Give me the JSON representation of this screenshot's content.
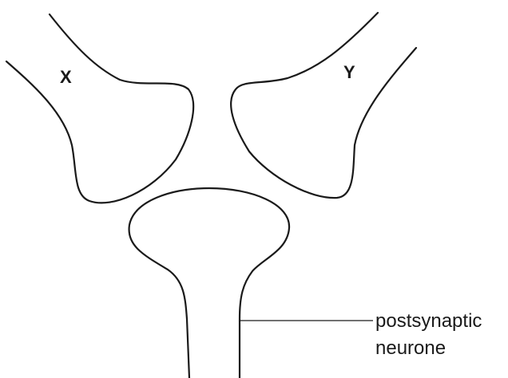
{
  "labels": {
    "neurone_x": "X",
    "neurone_y": "Y",
    "postsynaptic_line1": "postsynaptic",
    "postsynaptic_line2": "neurone"
  },
  "colors": {
    "line": "#1a1a1a",
    "background": "#ffffff"
  }
}
